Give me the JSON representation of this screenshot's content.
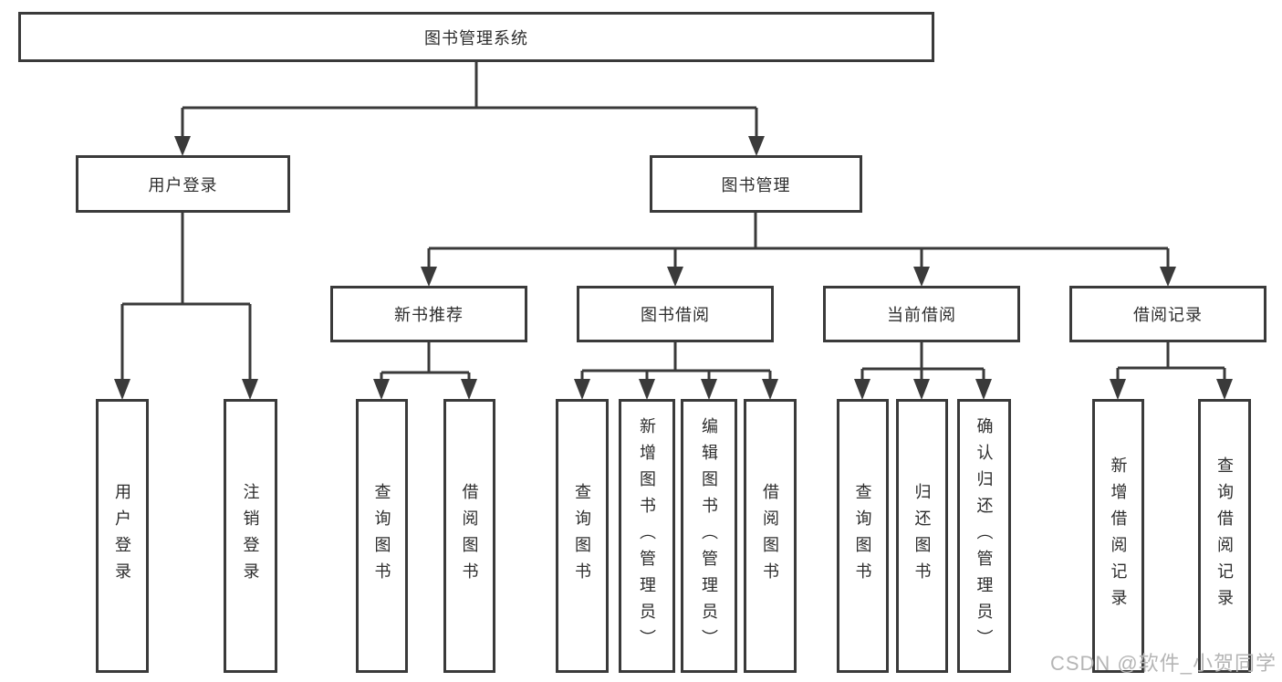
{
  "diagram": {
    "type": "hierarchy-flowchart",
    "nodes": {
      "root": "图书管理系统",
      "user_login": "用户登录",
      "book_mgmt": "图书管理",
      "new_book_rec": "新书推荐",
      "book_borrow": "图书借阅",
      "current_borrow": "当前借阅",
      "borrow_records": "借阅记录",
      "leaf_user_login": "用户登录",
      "leaf_logout": "注销登录",
      "leaf_query_book_1": "查询图书",
      "leaf_borrow_book_1": "借阅图书",
      "leaf_query_book_2": "查询图书",
      "leaf_add_book": "新增图书（管理员）",
      "leaf_edit_book": "编辑图书（管理员）",
      "leaf_borrow_book_2": "借阅图书",
      "leaf_query_book_3": "查询图书",
      "leaf_return_book": "归还图书",
      "leaf_confirm_return": "确认归还（管理员）",
      "leaf_add_record": "新增借阅记录",
      "leaf_query_record": "查询借阅记录"
    },
    "hierarchy": {
      "图书管理系统": {
        "用户登录": [
          "用户登录",
          "注销登录"
        ],
        "图书管理": {
          "新书推荐": [
            "查询图书",
            "借阅图书"
          ],
          "图书借阅": [
            "查询图书",
            "新增图书（管理员）",
            "编辑图书（管理员）",
            "借阅图书"
          ],
          "当前借阅": [
            "查询图书",
            "归还图书",
            "确认归还（管理员）"
          ],
          "借阅记录": [
            "新增借阅记录",
            "查询借阅记录"
          ]
        }
      }
    },
    "colors": {
      "line": "#3a3a3a",
      "box_border": "#3a3a3a",
      "text": "#2d2d2d",
      "background": "#ffffff",
      "watermark": "#b5b5b5"
    }
  },
  "watermark": "CSDN @软件_小贺同学"
}
